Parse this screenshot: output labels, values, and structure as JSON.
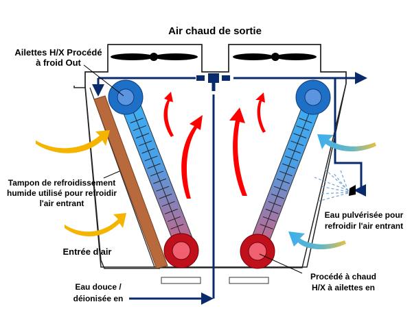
{
  "title": "Air chaud de sortie",
  "labels": {
    "fins_cold_out": [
      "Ailettes H/X Procédé",
      "à froid Out"
    ],
    "wet_pad": [
      "Tampon de refroidissement",
      "humide utilisé pour refroidir",
      "l'air entrant"
    ],
    "air_inlet": "Entrée d'air",
    "water_in": [
      "Eau douce /",
      "déionisée en"
    ],
    "spray": [
      "Eau pulvérisée pour",
      "refroidir l'air entrant"
    ],
    "hot_in": [
      "Procédé à chaud",
      "H/X à ailettes en"
    ]
  },
  "colors": {
    "pipe": "#0a2a6e",
    "cold_node": "#1e6fc6",
    "cold_node_inner": "#5b95e0",
    "hot_node": "#c0101c",
    "hot_node_inner": "#f06070",
    "tube_top": "#3ab0f5",
    "tube_bottom": "#d06080",
    "pad": "#b86a3c",
    "warm_arrow": "#f5b400",
    "hot_air": "#ff0000",
    "cool_arrow_start": "#3aaef0",
    "cool_arrow_end": "#e8c040"
  }
}
